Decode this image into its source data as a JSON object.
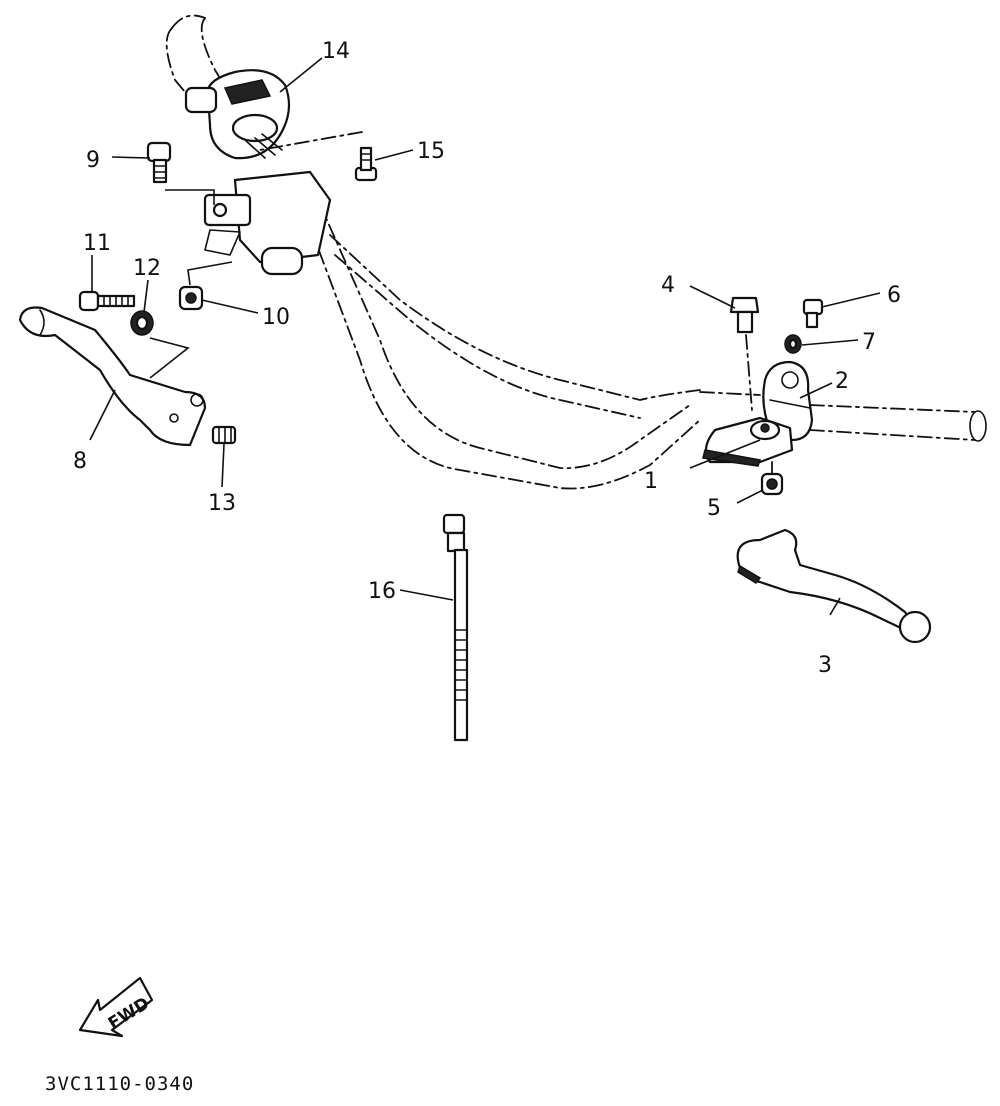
{
  "diagram": {
    "part_numbers": [
      "1",
      "2",
      "3",
      "4",
      "5",
      "6",
      "7",
      "8",
      "9",
      "10",
      "11",
      "12",
      "13",
      "14",
      "15",
      "16"
    ],
    "direction_marker": "FWD",
    "drawing_code": "3VC1110-0340"
  }
}
